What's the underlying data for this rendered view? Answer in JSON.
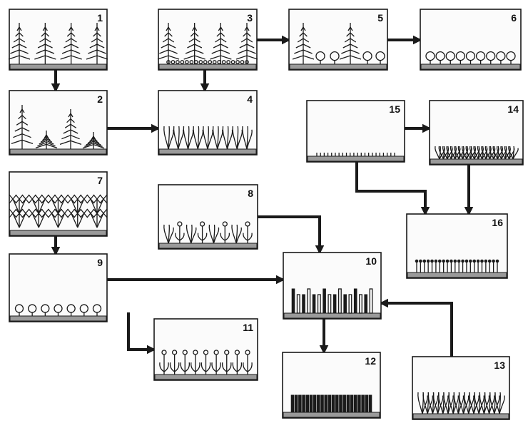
{
  "panels": [
    {
      "id": "1",
      "label": "1",
      "icon": "spruce-trees-icon"
    },
    {
      "id": "2",
      "label": "2",
      "icon": "damaged-spruce-icon"
    },
    {
      "id": "3",
      "label": "3",
      "icon": "spruce-with-undergrowth-icon"
    },
    {
      "id": "4",
      "label": "4",
      "icon": "tall-grass-icon"
    },
    {
      "id": "5",
      "label": "5",
      "icon": "spruce-and-deciduous-icon"
    },
    {
      "id": "6",
      "label": "6",
      "icon": "deciduous-trees-icon"
    },
    {
      "id": "7",
      "label": "7",
      "icon": "shrub-thicket-icon"
    },
    {
      "id": "8",
      "label": "8",
      "icon": "flowering-herbs-icon"
    },
    {
      "id": "9",
      "label": "9",
      "icon": "small-deciduous-icon"
    },
    {
      "id": "10",
      "label": "10",
      "icon": "reed-grass-icon"
    },
    {
      "id": "11",
      "label": "11",
      "icon": "leafy-herbs-icon"
    },
    {
      "id": "12",
      "label": "12",
      "icon": "dense-stems-icon"
    },
    {
      "id": "13",
      "label": "13",
      "icon": "sedge-icon"
    },
    {
      "id": "14",
      "label": "14",
      "icon": "grass-tufts-icon"
    },
    {
      "id": "15",
      "label": "15",
      "icon": "moss-layer-icon"
    },
    {
      "id": "16",
      "label": "16",
      "icon": "short-grass-icon"
    }
  ],
  "arrows": [
    {
      "from": "1",
      "to": "2"
    },
    {
      "from": "2",
      "to": "4"
    },
    {
      "from": "3",
      "to": "4"
    },
    {
      "from": "3",
      "to": "5"
    },
    {
      "from": "5",
      "to": "6"
    },
    {
      "from": "15",
      "to": "14"
    },
    {
      "from": "15",
      "to": "16"
    },
    {
      "from": "14",
      "to": "16"
    },
    {
      "from": "7",
      "to": "9"
    },
    {
      "from": "8",
      "to": "10"
    },
    {
      "from": "9",
      "to": "10"
    },
    {
      "from": "9",
      "to": "11"
    },
    {
      "from": "10",
      "to": "12"
    },
    {
      "from": "13",
      "to": "10"
    }
  ]
}
